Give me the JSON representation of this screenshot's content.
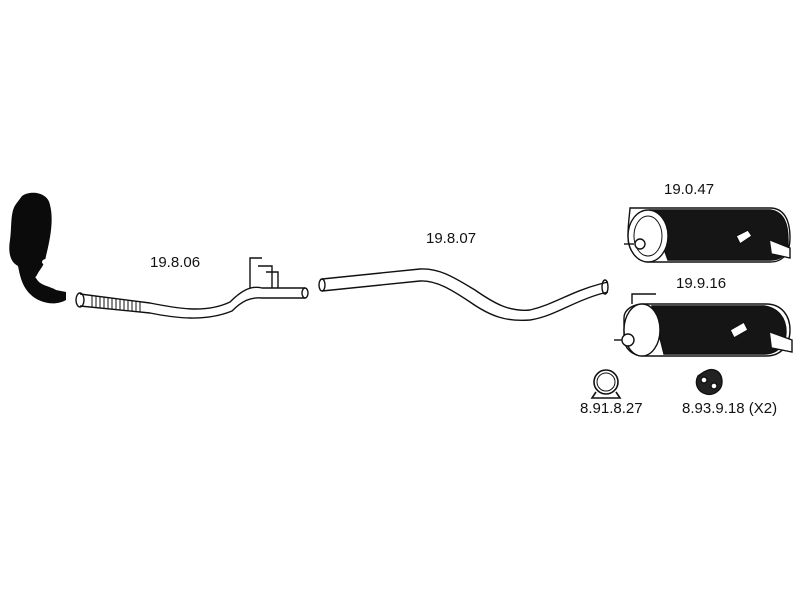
{
  "parts": [
    {
      "id": "manifold",
      "label": ""
    },
    {
      "id": "front_pipe",
      "label": "19.8.06"
    },
    {
      "id": "center_pipe",
      "label": "19.8.07"
    },
    {
      "id": "rear_silencer_a",
      "label": "19.0.47"
    },
    {
      "id": "rear_silencer_b",
      "label": "19.9.16"
    },
    {
      "id": "clamp",
      "label": "8.91.8.27"
    },
    {
      "id": "rubber_mount",
      "label": "8.93.9.18 (X2)"
    }
  ]
}
